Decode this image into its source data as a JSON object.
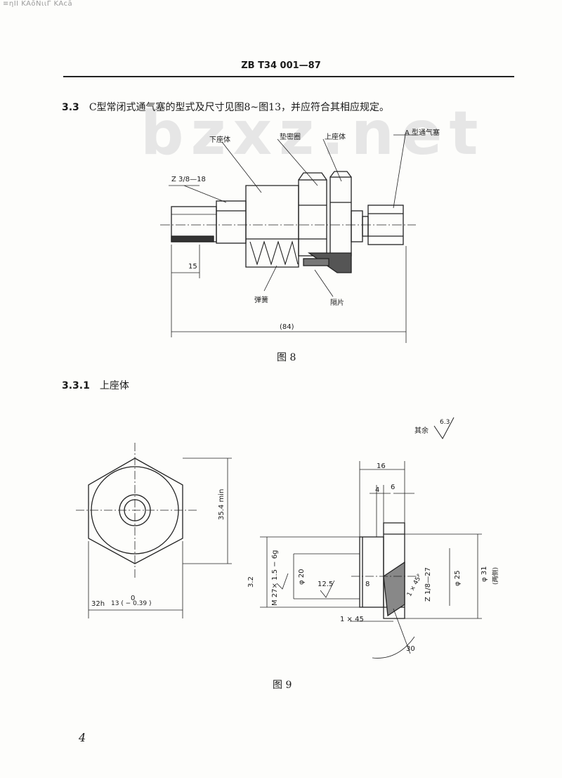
{
  "corner_text": "≡ηΙΙ KAōNιιΓ KAcā",
  "header": "ZB T34 001—87",
  "watermark": "bzxz.net",
  "section_3_3": {
    "num": "3.3",
    "text": "C型常闭式通气塞的型式及尺寸见图8~图13，并应符合其相应规定。"
  },
  "fig8": {
    "labels": {
      "lower_seat": "下座体",
      "gasket": "垫密圈",
      "upper_seat": "上座体",
      "a_type": "A 型通气塞",
      "thread": "Z 3/8—18",
      "dim15": "15",
      "spring": "弹簧",
      "shim": "隔片",
      "dim84": "(84)"
    },
    "caption": "图 8"
  },
  "section_3_3_1": {
    "num": "3.3.1",
    "text": "上座体"
  },
  "fig9": {
    "labels": {
      "rest": "其余",
      "rough_63": "6.3",
      "dim16": "16",
      "dim4": "4",
      "dim6": "6",
      "dim354": "35.4 min",
      "dim0": "0",
      "dim32": "32h",
      "dim32tol": "13  ( − 0.39 )",
      "rough_32": "3.2",
      "thread_m": "M 27× 1.5 − 6g",
      "phi20": "φ 20",
      "rough_125": "12.5",
      "dim8": "8",
      "chamfer1": "1 × 45°",
      "thread_z": "Z 1/8—27",
      "phi25": "φ 25",
      "phi31": "φ 31",
      "note31": "(两侧)",
      "chamfer2": "1  × 45",
      "angle30": "30"
    },
    "caption": "图  9"
  },
  "page_number": "4"
}
